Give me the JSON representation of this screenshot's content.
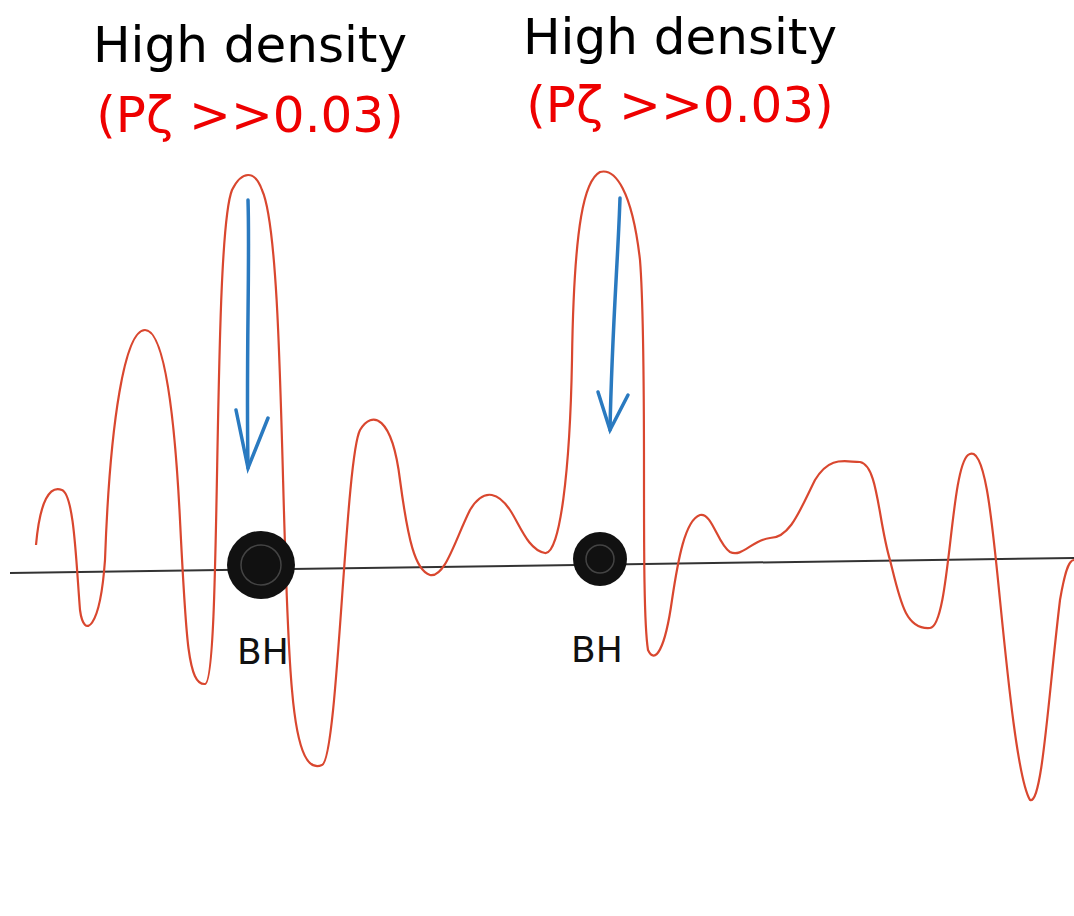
{
  "diagram": {
    "labels": [
      "High density",
      "(Pζ >>0.03)",
      "High density",
      "(Pζ >>0.03)",
      "BH",
      "BH"
    ]
  }
}
